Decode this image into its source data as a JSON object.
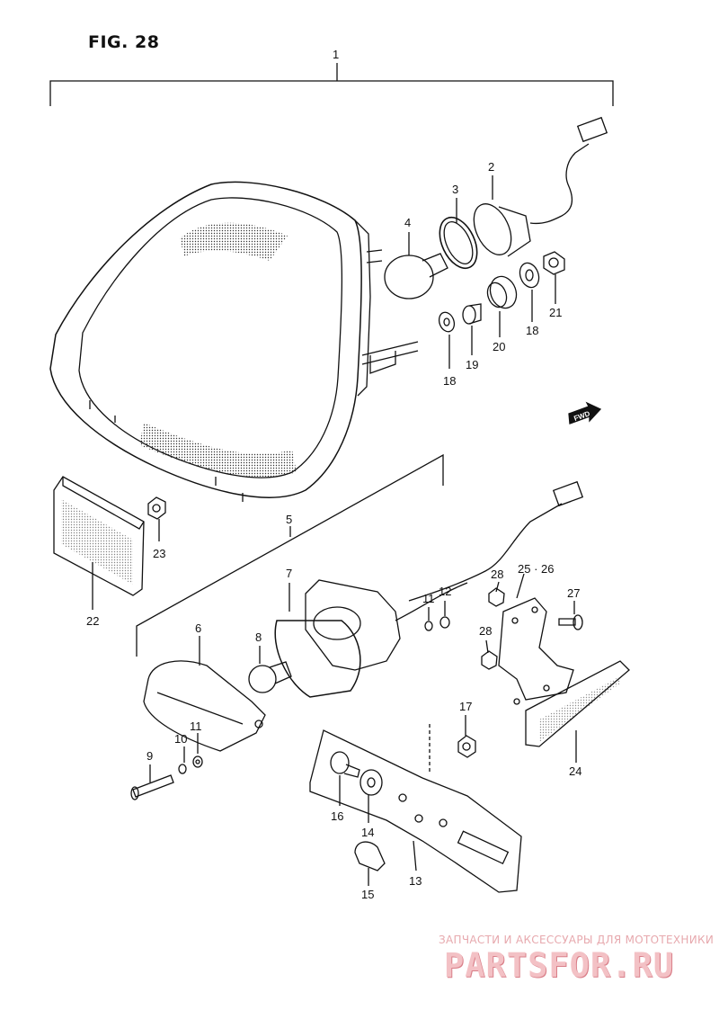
{
  "figure": {
    "title": "FIG. 28"
  },
  "callouts": [
    {
      "id": "c1",
      "text": "1"
    },
    {
      "id": "c2",
      "text": "2"
    },
    {
      "id": "c3",
      "text": "3"
    },
    {
      "id": "c4",
      "text": "4"
    },
    {
      "id": "c18a",
      "text": "18"
    },
    {
      "id": "c18b",
      "text": "18"
    },
    {
      "id": "c19",
      "text": "19"
    },
    {
      "id": "c20",
      "text": "20"
    },
    {
      "id": "c21",
      "text": "21"
    },
    {
      "id": "c22",
      "text": "22"
    },
    {
      "id": "c23",
      "text": "23"
    },
    {
      "id": "c5",
      "text": "5"
    },
    {
      "id": "c6",
      "text": "6"
    },
    {
      "id": "c7",
      "text": "7"
    },
    {
      "id": "c8",
      "text": "8"
    },
    {
      "id": "c9",
      "text": "9"
    },
    {
      "id": "c10",
      "text": "10"
    },
    {
      "id": "c11a",
      "text": "11"
    },
    {
      "id": "c11b",
      "text": "11"
    },
    {
      "id": "c12",
      "text": "12"
    },
    {
      "id": "c13",
      "text": "13"
    },
    {
      "id": "c14",
      "text": "14"
    },
    {
      "id": "c15",
      "text": "15"
    },
    {
      "id": "c16",
      "text": "16"
    },
    {
      "id": "c17",
      "text": "17"
    },
    {
      "id": "c24",
      "text": "24"
    },
    {
      "id": "c2526",
      "text": "25 · 26"
    },
    {
      "id": "c27",
      "text": "27"
    },
    {
      "id": "c28a",
      "text": "28"
    },
    {
      "id": "c28b",
      "text": "28"
    }
  ],
  "fwd_marker": {
    "text": "FWD",
    "icon": "fwd-arrow-icon"
  },
  "watermark": {
    "tagline": "ЗАПЧАСТИ И АКСЕССУАРЫ ДЛЯ МОТОТЕХНИКИ",
    "logo": "PARTSFOR.RU",
    "color": "#f3c1c5"
  }
}
